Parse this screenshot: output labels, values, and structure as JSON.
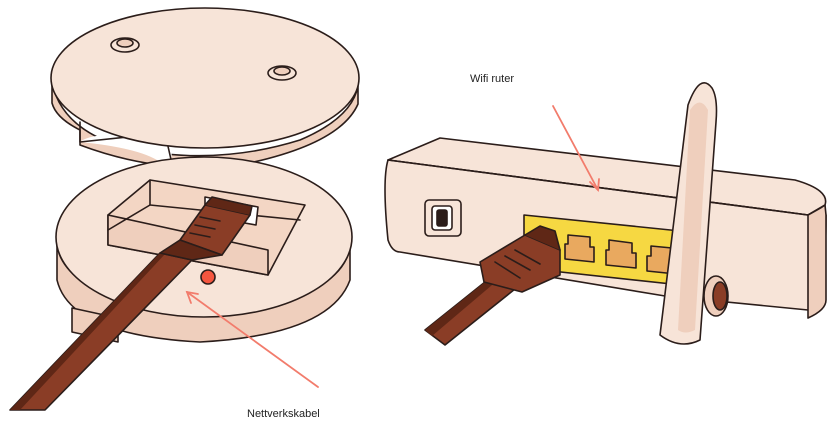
{
  "labels": {
    "router": "Wifi ruter",
    "cable": "Nettverkskabel"
  },
  "colors": {
    "outline": "#2b1d1a",
    "body_fill": "#f7e4d8",
    "body_shade": "#efcfbd",
    "cavity": "#f3d6c4",
    "cable": "#8a3d26",
    "cable_dark": "#5f2716",
    "port_panel": "#f6d842",
    "port_fill": "#e9a95f",
    "callout_arrow": "#f27c6c",
    "led": "#f5563f",
    "background": "#ffffff"
  },
  "icons": {
    "router": "wifi-router-illustration",
    "hub": "fiber-box-illustration",
    "plug": "ethernet-plug-icon"
  }
}
